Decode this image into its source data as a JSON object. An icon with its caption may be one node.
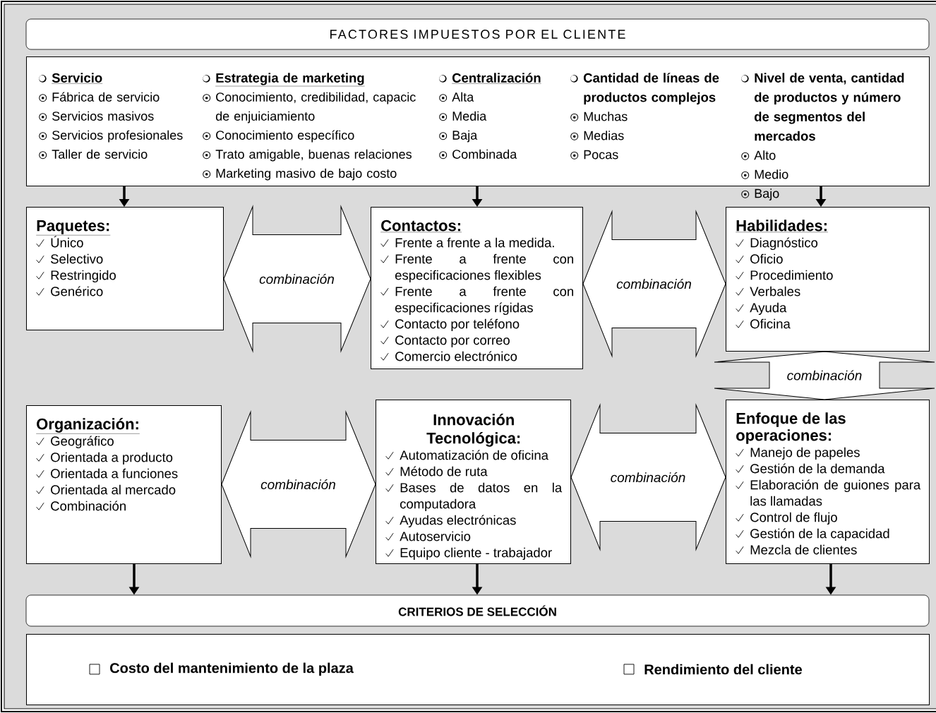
{
  "diagram": {
    "nodes": [
      {
        "text": [
          "FACTORES IMPUESTOS POR EL CLIENTE"
        ]
      },
      {
        "text": [
          "Servicio",
          "Fábrica de servicio",
          "Servicios masivos",
          "Servicios profesionales",
          "Taller de servicio",
          "Estrategia de marketing",
          "Conocimiento, credibilidad, capacic de enjuiciamiento",
          "Conocimiento específico",
          "Trato amigable, buenas relaciones",
          "Marketing masivo de bajo costo",
          "Centralización",
          "Alta",
          "Media",
          "Baja",
          "Combinada",
          "Cantidad de líneas de productos complejos",
          "Muchas",
          "Medias",
          "Pocas",
          "Nivel de venta, cantidad de productos y número de segmentos del mercados",
          "Alto",
          "Medio",
          "Bajo"
        ]
      },
      {
        "text": [
          "Paquetes:",
          "Único",
          "Selectivo",
          "Restringido",
          "Genérico"
        ]
      },
      {
        "text": [
          "Contactos:",
          "Frente a frente a la medida.",
          "Frente a frente con especificaciones flexibles",
          "Frente a frente con especificaciones rígidas",
          "Contacto por teléfono",
          "Contacto por correo",
          "Comercio electrónico"
        ]
      },
      {
        "text": [
          "Habilidades:",
          "Diagnóstico",
          "Oficio",
          "Procedimiento",
          "Verbales",
          "Ayuda",
          "Oficina"
        ]
      },
      {
        "text": [
          "Organización:",
          "Geográfico",
          "Orientada a producto",
          "Orientada a funciones",
          "Orientada al mercado",
          "Combinación"
        ]
      },
      {
        "text": [
          "Innovación Tecnológica:",
          "Automatización de oficina",
          "Método de ruta",
          "Bases de datos en la computadora",
          "Ayudas electrónicas",
          "Autoservicio",
          "Equipo cliente - trabajador"
        ]
      },
      {
        "text": [
          "Enfoque de las operaciones:",
          "Manejo de papeles",
          "Gestión de la demanda",
          "Elaboración de guiones para las llamadas",
          "Control de flujo",
          "Gestión de la capacidad",
          "Mezcla de clientes"
        ]
      },
      {
        "text": [
          "CRITERIOS DE SELECCIÓN"
        ]
      },
      {
        "text": [
          "Costo  del mantenimiento de la plaza",
          "Rendimiento del cliente"
        ]
      }
    ],
    "edges": [
      {
        "from": 1,
        "to": 2,
        "arrow": "to"
      },
      {
        "from": 1,
        "to": 3,
        "arrow": "to"
      },
      {
        "from": 1,
        "to": 4,
        "arrow": "to"
      },
      {
        "from": 2,
        "to": 3,
        "arrow": "both",
        "label": "combinación"
      },
      {
        "from": 3,
        "to": 4,
        "arrow": "both",
        "label": "combinación"
      },
      {
        "from": 4,
        "to": 7,
        "arrow": "both",
        "label": "combinación"
      },
      {
        "from": 5,
        "to": 6,
        "arrow": "both",
        "label": "combinación"
      },
      {
        "from": 6,
        "to": 7,
        "arrow": "both",
        "label": "combinación"
      },
      {
        "from": 5,
        "to": 8,
        "arrow": "to"
      },
      {
        "from": 6,
        "to": 8,
        "arrow": "to"
      },
      {
        "from": 7,
        "to": 8,
        "arrow": "to"
      }
    ]
  }
}
